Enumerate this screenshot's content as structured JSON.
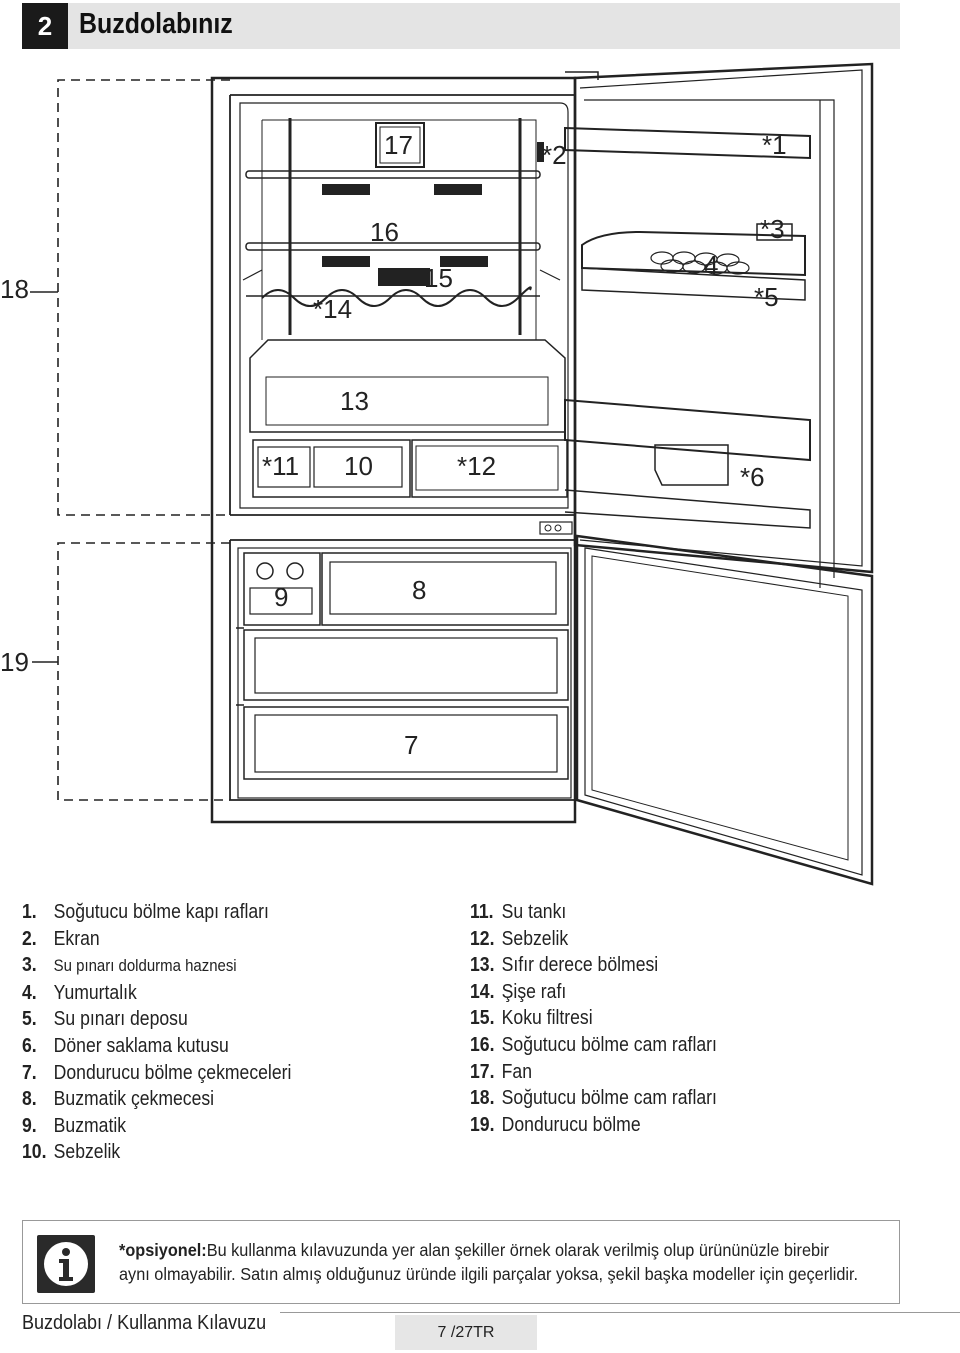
{
  "header": {
    "number": "2",
    "title": "Buzdolabınız"
  },
  "diagram_labels": {
    "l17": "17",
    "l2": "*2",
    "l1": "*1",
    "l16": "16",
    "l3": "*3",
    "l15": "15",
    "l4": "4",
    "l18": "18",
    "l14": "*14",
    "l5": "*5",
    "l13": "13",
    "l11": "*11",
    "l10": "10",
    "l12": "*12",
    "l6": "*6",
    "l9": "9",
    "l8": "8",
    "l19": "19",
    "l7": "7"
  },
  "legend_left": [
    {
      "num": "1.",
      "text": "Soğutucu bölme kapı rafları"
    },
    {
      "num": "2.",
      "text": "Ekran"
    },
    {
      "num": "3.",
      "text": "Su pınarı doldurma haznesi"
    },
    {
      "num": "4.",
      "text": "Yumurtalık"
    },
    {
      "num": "5.",
      "text": "Su pınarı deposu"
    },
    {
      "num": "6.",
      "text": "Döner saklama kutusu"
    },
    {
      "num": "7.",
      "text": "Dondurucu bölme çekmeceleri"
    },
    {
      "num": "8.",
      "text": "Buzmatik çekmecesi"
    },
    {
      "num": "9.",
      "text": "Buzmatik"
    },
    {
      "num": "10.",
      "text": "Sebzelik"
    }
  ],
  "legend_right": [
    {
      "num": "11.",
      "text": "Su tankı"
    },
    {
      "num": "12.",
      "text": "Sebzelik"
    },
    {
      "num": "13.",
      "text": "Sıfır derece bölmesi"
    },
    {
      "num": "14.",
      "text": "Şişe rafı"
    },
    {
      "num": "15.",
      "text": "Koku filtresi"
    },
    {
      "num": "16.",
      "text": "Soğutucu bölme cam rafları"
    },
    {
      "num": "17.",
      "text": "Fan"
    },
    {
      "num": "18.",
      "text": "Soğutucu bölme cam rafları"
    },
    {
      "num": "19.",
      "text": "Dondurucu bölme"
    }
  ],
  "note": {
    "icon": "info-icon",
    "lead": "*opsiyonel:",
    "line1": "Bu kullanma kılavuzunda yer alan şekiller örnek olarak verilmiş olup ürününüzle birebir",
    "line2": "aynı olmayabilir. Satın almış olduğunuz üründe ilgili parçalar yoksa, şekil  başka modeller için geçerlidir."
  },
  "footer": {
    "doc": "Buzdolabı / Kullanma Kılavuzu",
    "page": "7 /27TR"
  }
}
